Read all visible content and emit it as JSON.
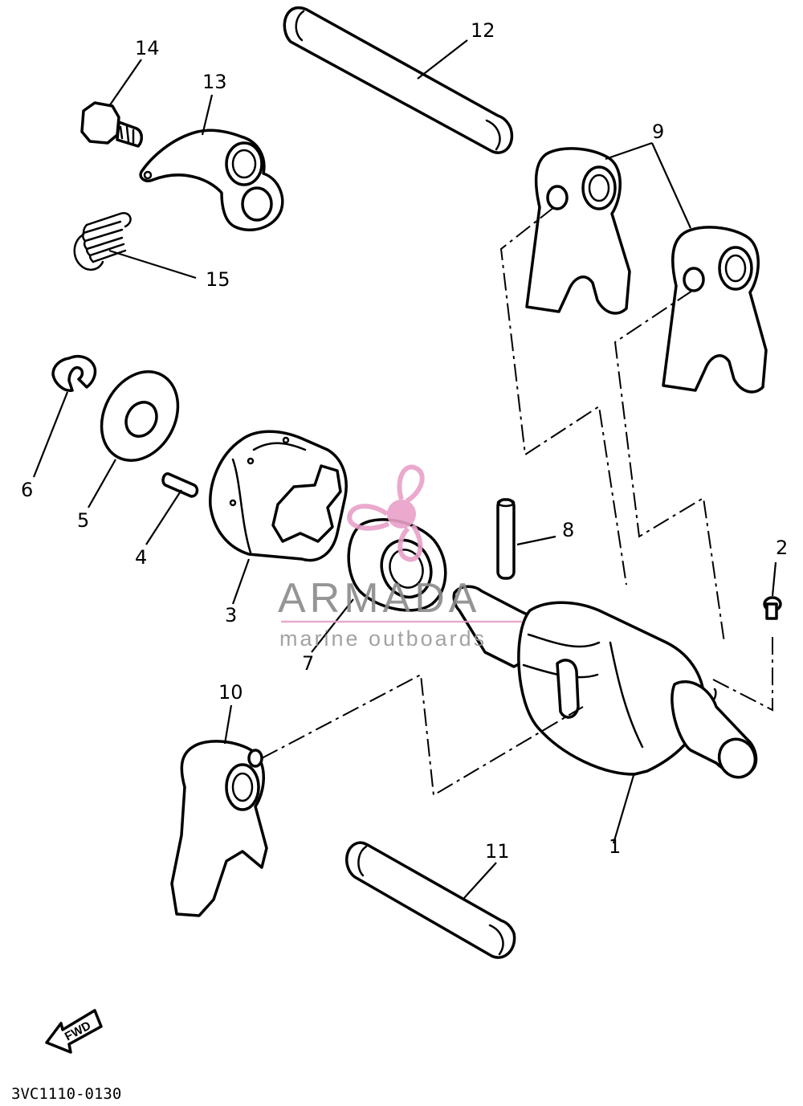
{
  "diagram": {
    "ref_code": "3VC1110-0130",
    "direction_label": "FWD",
    "callouts": [
      "1",
      "2",
      "3",
      "4",
      "5",
      "6",
      "7",
      "8",
      "9",
      "10",
      "11",
      "12",
      "13",
      "14",
      "15"
    ]
  },
  "watermark": {
    "brand": "ARMADA",
    "tagline": "marine outboards",
    "color": "#e8a0c8"
  }
}
